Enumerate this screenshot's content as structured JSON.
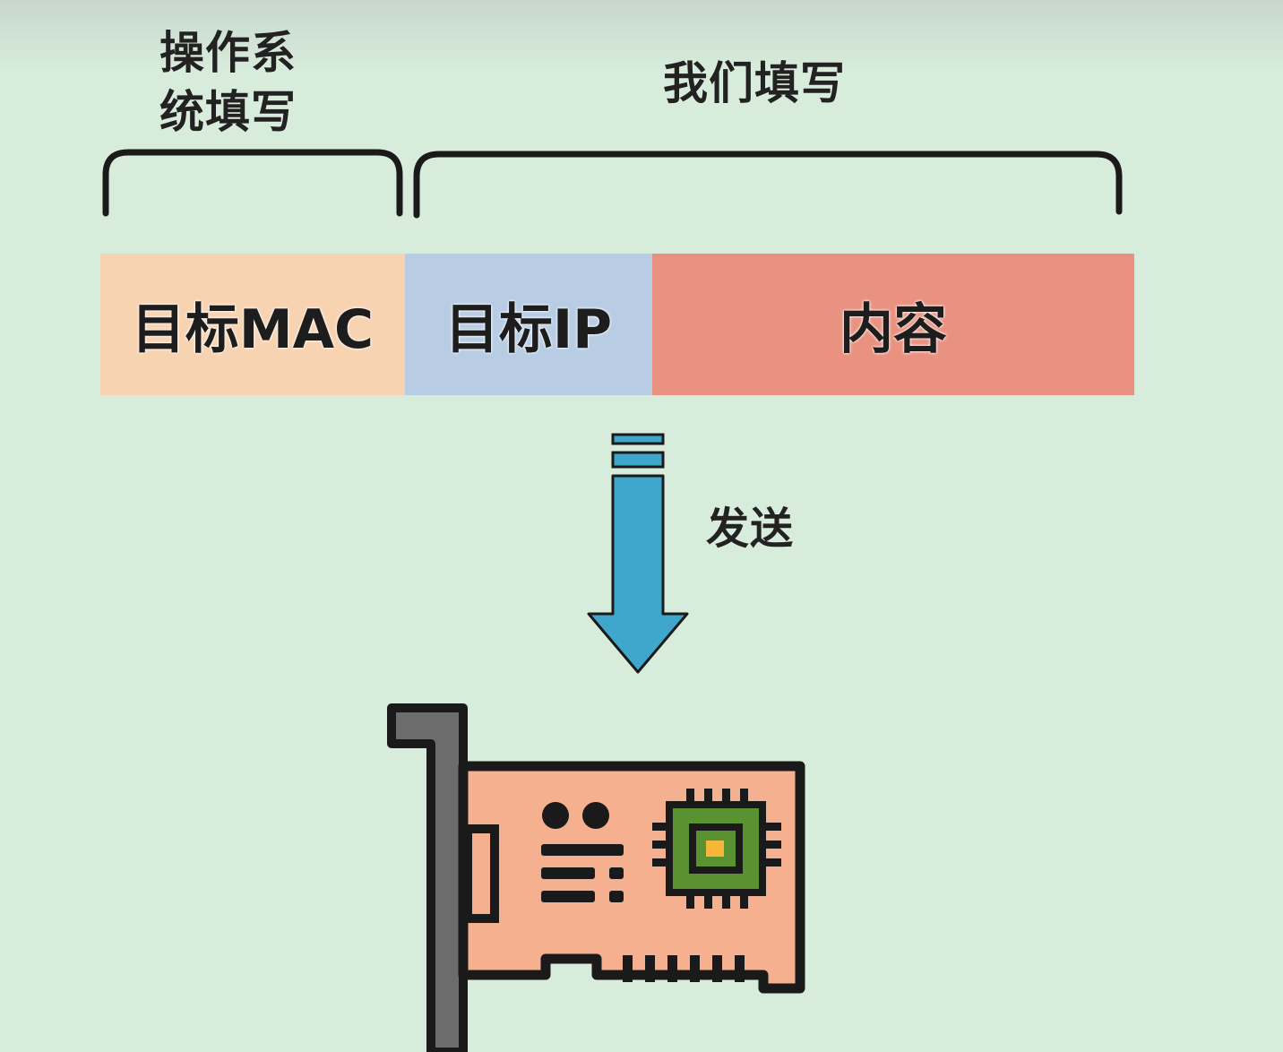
{
  "labels": {
    "os_fill": "操作系统填写",
    "we_fill": "我们填写",
    "send": "发送"
  },
  "packet": {
    "segments": [
      {
        "label": "目标MAC",
        "color": "#f8d3b2"
      },
      {
        "label": "目标IP",
        "color": "#b8cde4"
      },
      {
        "label": "内容",
        "color": "#ea9281"
      }
    ]
  },
  "colors": {
    "background": "#d7ecdb",
    "arrow": "#3fa7cb",
    "card": "#f5b090",
    "bracket_metal": "#6c6c6c",
    "chip_outer": "#5a9131",
    "chip_inner": "#f5b63a"
  },
  "icons": {
    "down-arrow": "down-arrow-icon",
    "network-card": "network-card-icon"
  }
}
